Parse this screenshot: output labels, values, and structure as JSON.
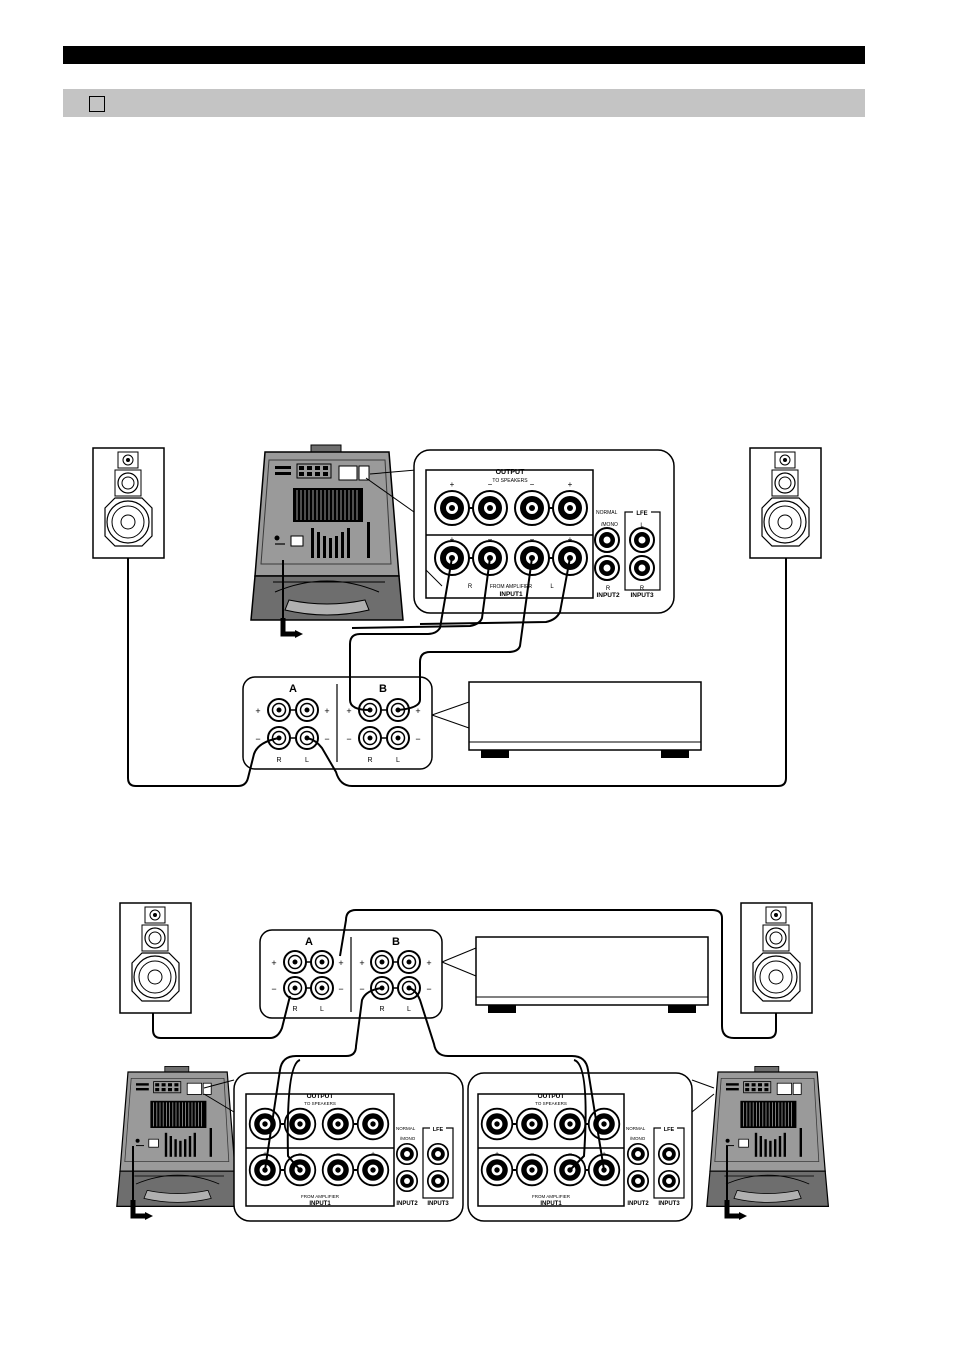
{
  "panel": {
    "output": "OUTPUT",
    "to_speakers": "TO SPEAKERS",
    "from_amplifier": "FROM AMPLIFIER",
    "input1": "INPUT1",
    "input2": "INPUT2",
    "input3": "INPUT3",
    "normal": "NORMAL",
    "lfe": "LFE",
    "l_mono": "/MONO",
    "r": "R",
    "l": "L",
    "plus": "+",
    "minus": "−"
  },
  "amp_terminals": {
    "a": "A",
    "b": "B",
    "r": "R",
    "l": "L",
    "plus": "+",
    "minus": "−"
  },
  "colors": {
    "header_bar": "#000000",
    "section_bar": "#c4c4c4",
    "subwoofer_body": "#9a9a9a",
    "subwoofer_base": "#6e6e6e"
  }
}
